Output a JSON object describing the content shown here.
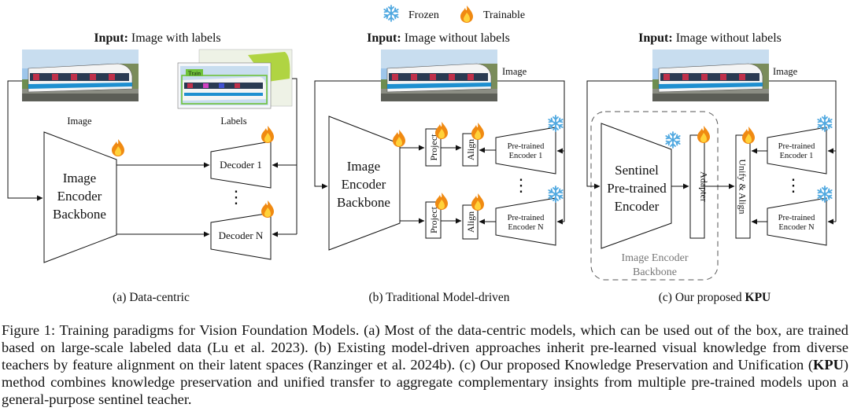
{
  "legend": {
    "frozen": "Frozen",
    "trainable": "Trainable"
  },
  "panel_a": {
    "input_bold": "Input:",
    "input_rest": " Image with labels",
    "image_caption": "Image",
    "labels_caption": "Labels",
    "label_box_tag": "Train",
    "encoder": [
      "Image",
      "Encoder",
      "Backbone"
    ],
    "decoder_1": "Decoder 1",
    "decoder_n": "Decoder N",
    "dots": "⋮",
    "caption": "(a) Data-centric"
  },
  "panel_b": {
    "input_bold": "Input:",
    "input_rest": " Image without labels",
    "image_label": "Image",
    "encoder": [
      "Image",
      "Encoder",
      "Backbone"
    ],
    "project": "Project",
    "align": "Align",
    "teacher_1": [
      "Pre-trained",
      "Encoder 1"
    ],
    "teacher_n": [
      "Pre-trained",
      "Encoder N"
    ],
    "dots": "⋮",
    "caption": "(b) Traditional Model-driven"
  },
  "panel_c": {
    "input_bold": "Input:",
    "input_rest": " Image without labels",
    "image_label": "Image",
    "sentinel": [
      "Sentinel",
      "Pre-trained",
      "Encoder"
    ],
    "adapter": "Adapter",
    "unify": "Unify & Align",
    "teacher_1": [
      "Pre-trained",
      "Encoder 1"
    ],
    "teacher_n": [
      "Pre-trained",
      "Encoder N"
    ],
    "dots": "⋮",
    "group_label": [
      "Image Encoder",
      "Backbone"
    ],
    "caption_prefix": "(c)  Our proposed ",
    "caption_bold": "KPU"
  },
  "caption": {
    "text_1": "Figure 1: Training paradigms for Vision Foundation Models. (a) Most of the data-centric models, which can be used out of the box, are trained based on large-scale labeled data (Lu et al. 2023). (b) Existing model-driven approaches inherit pre-learned visual knowledge from diverse teachers by feature alignment on their latent spaces (Ranzinger et al. 2024b). (c) Our proposed Knowledge Preservation and Unification (",
    "bold": "KPU",
    "text_2": ") method combines knowledge preservation and unified transfer to aggregate complementary insights from multiple pre-trained models upon a general-purpose sentinel teacher."
  },
  "colors": {
    "snowflake": "#4fa8e0",
    "flame_outer": "#f08a12",
    "flame_inner": "#ffd23a",
    "sky": "#9ec6ea",
    "train_body": "#f4f4f4",
    "train_stripe": "#1e8fd0",
    "label_box": "#6fc23a",
    "label_green": "#a8d030"
  }
}
